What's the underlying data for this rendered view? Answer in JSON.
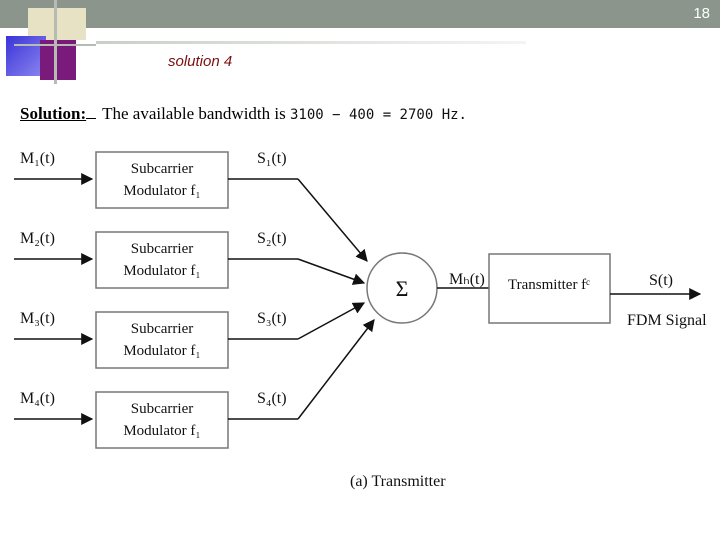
{
  "slide": {
    "number": "18",
    "title": "solution 4",
    "accent_color": "#7a1010",
    "bar_color": "#8c958b"
  },
  "solution": {
    "label": "Solution:",
    "text": "The available bandwidth is",
    "equation": "3100 − 400 = 2700 Hz."
  },
  "diagram": {
    "inputs": [
      {
        "label": "M₁(t)",
        "module": [
          "Subcarrier",
          "Modulator f₁"
        ],
        "output": "S₁(t)"
      },
      {
        "label": "M₂(t)",
        "module": [
          "Subcarrier",
          "Modulator f₁"
        ],
        "output": "S₂(t)"
      },
      {
        "label": "M₃(t)",
        "module": [
          "Subcarrier",
          "Modulator f₁"
        ],
        "output": "S₃(t)"
      },
      {
        "label": "M₄(t)",
        "module": [
          "Subcarrier",
          "Modulator f₁"
        ],
        "output": "S₄(t)"
      }
    ],
    "summer_symbol": "Σ",
    "summer_output": "Mₕ(t)",
    "transmitter_label": "Transmitter fᶜ",
    "output_signal": "S(t)",
    "output_name": "FDM Signal",
    "caption": "(a)  Transmitter"
  }
}
